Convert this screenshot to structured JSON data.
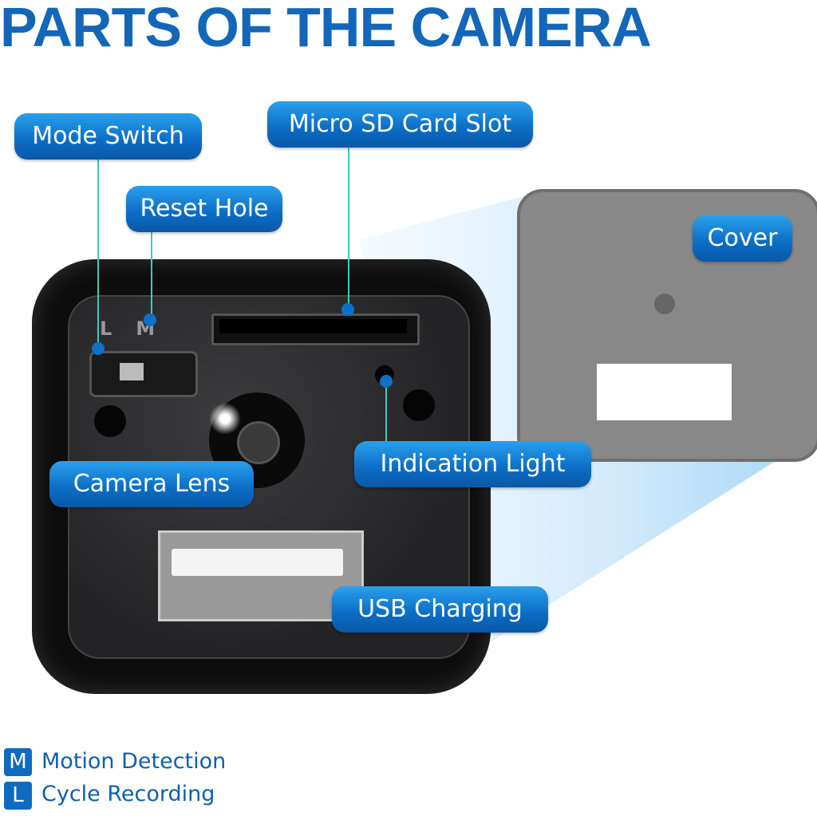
{
  "title": "PARTS OF THE CAMERA",
  "switch_marks": "LM",
  "labels": {
    "mode_switch": "Mode Switch",
    "reset_hole": "Reset Hole",
    "micro_sd": "Micro SD Card Slot",
    "cover": "Cover",
    "indication_light": "Indication Light",
    "camera_lens": "Camera Lens",
    "usb_charging": "USB Charging"
  },
  "legend": [
    {
      "key": "M",
      "text": "Motion Detection"
    },
    {
      "key": "L",
      "text": "Cycle Recording"
    }
  ],
  "colors": {
    "accent": "#0e70c8",
    "title": "#1466b8",
    "leader_line": "#3ecac0"
  }
}
